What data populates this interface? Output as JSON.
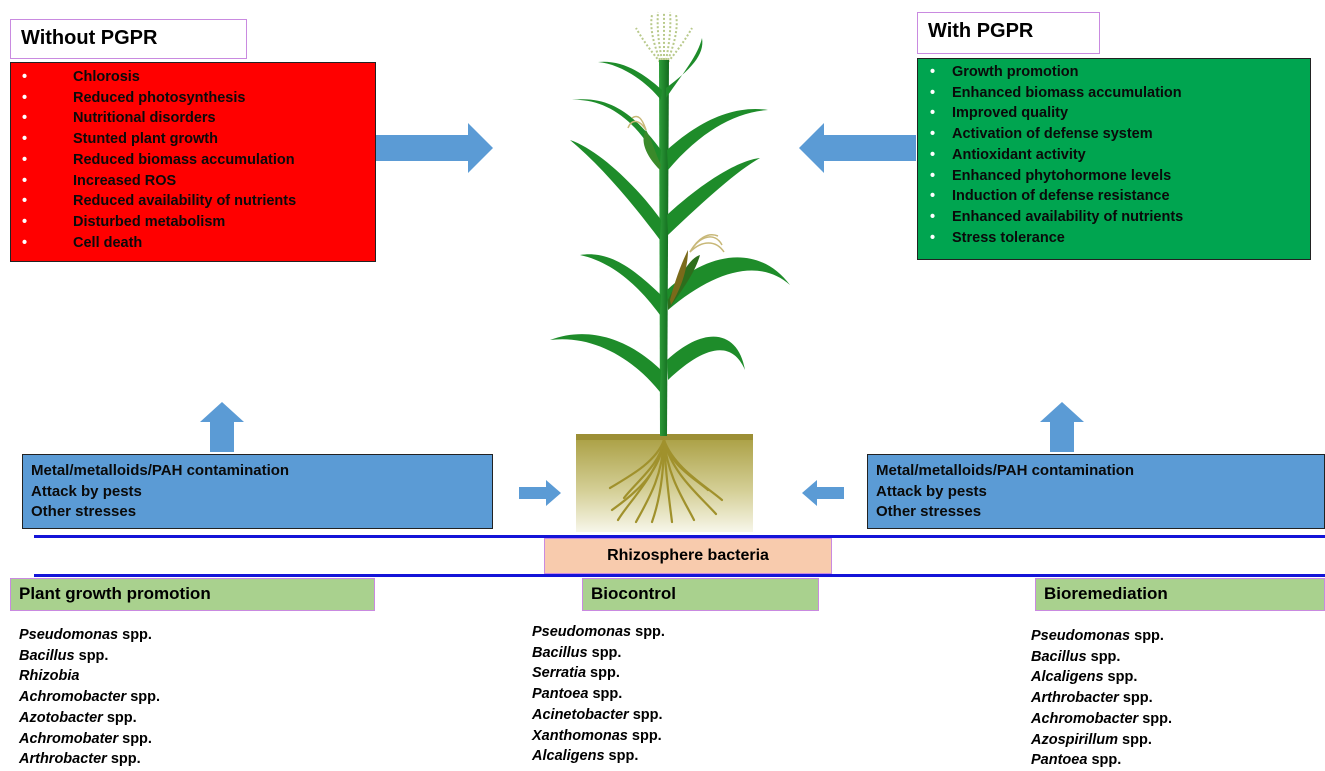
{
  "without": {
    "title": "Without PGPR",
    "effects": [
      "Chlorosis",
      "Reduced photosynthesis",
      "Nutritional disorders",
      "Stunted plant growth",
      "Reduced biomass accumulation",
      "Increased ROS",
      "Reduced availability of nutrients",
      "Disturbed metabolism",
      "Cell death"
    ]
  },
  "with": {
    "title": "With PGPR",
    "effects": [
      "Growth promotion",
      "Enhanced biomass accumulation",
      "Improved quality",
      "Activation of defense system",
      "Antioxidant activity",
      "Enhanced phytohormone levels",
      "Induction of defense resistance",
      "Enhanced availability  of nutrients",
      "Stress tolerance"
    ]
  },
  "stress_left": [
    "Metal/metalloids/PAH  contamination",
    "Attack by pests",
    "Other stresses"
  ],
  "stress_right": [
    "Metal/metalloids/PAH  contamination",
    "Attack by pests",
    "Other stresses"
  ],
  "rhizosphere": "Rhizosphere bacteria",
  "categories": {
    "growth": {
      "title": "Plant growth promotion",
      "species": [
        {
          "genus": "Pseudomonas",
          "suffix": " spp."
        },
        {
          "genus": "Bacillus",
          "suffix": "  spp."
        },
        {
          "genus": "Rhizobia",
          "suffix": ""
        },
        {
          "genus": "Achromobacter",
          "suffix": " spp."
        },
        {
          "genus": "Azotobacter",
          "suffix": " spp."
        },
        {
          "genus": "Achromobater",
          "suffix": " spp."
        },
        {
          "genus": "Arthrobacter",
          "suffix": " spp."
        }
      ]
    },
    "biocontrol": {
      "title": "Biocontrol",
      "species": [
        {
          "genus": "Pseudomonas",
          "suffix": " spp."
        },
        {
          "genus": "Bacillus",
          "suffix": "  spp."
        },
        {
          "genus": "Serratia",
          "suffix": " spp."
        },
        {
          "genus": "Pantoea",
          "suffix": " spp."
        },
        {
          "genus": "Acinetobacter",
          "suffix": " spp."
        },
        {
          "genus": "Xanthomonas",
          "suffix": " spp."
        },
        {
          "genus": "Alcaligens",
          "suffix": "  spp."
        }
      ]
    },
    "bioremediation": {
      "title": "Bioremediation",
      "species": [
        {
          "genus": "Pseudomonas",
          "suffix": " spp."
        },
        {
          "genus": "Bacillus",
          "suffix": "  spp."
        },
        {
          "genus": "Alcaligens",
          "suffix": " spp."
        },
        {
          "genus": "Arthrobacter",
          "suffix": " spp."
        },
        {
          "genus": "Achromobacter",
          "suffix": " spp."
        },
        {
          "genus": "Azospirillum",
          "suffix": "  spp."
        },
        {
          "genus": "Pantoea",
          "suffix": " spp."
        }
      ]
    }
  },
  "colors": {
    "without_panel": "#ff0000",
    "with_panel": "#00a550",
    "stress_box": "#5b9bd5",
    "arrow": "#5b9bd5",
    "category_box": "#a9d18e",
    "rhizosphere_box": "#f8cbad",
    "divider": "#1414d8",
    "leaf": "#1e8c2a",
    "soil": "#9c8f35"
  }
}
